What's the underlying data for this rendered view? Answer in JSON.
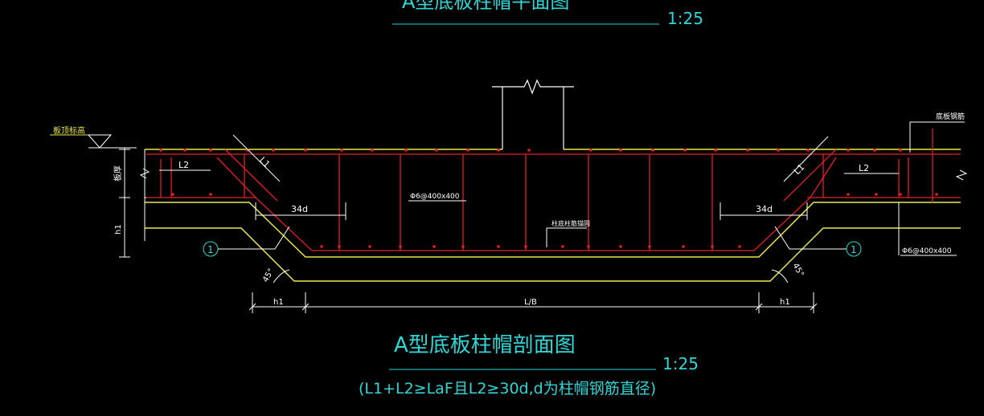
{
  "drawing": {
    "top_title": "A型底板柱帽平面图",
    "top_scale": "1:25",
    "section_title": "A型底板柱帽剖面图",
    "section_scale": "1:25",
    "note": "(L1+L2≥LaF且L2≥30d,d为柱帽钢筋直径)",
    "label_floor_elevation": "板顶标高",
    "label_slab_thickness": "板厚",
    "label_h1_left": "h1",
    "label_L2_left": "L2",
    "label_L1_left": "L1",
    "label_34d_left": "34d",
    "label_L2_right": "L2",
    "label_L1_right": "L1",
    "label_34d_right": "34d",
    "label_stirrup_center": "Φ6@400x400",
    "label_stirrup_right": "Φ6@400x400",
    "label_column_rebar": "柱底柱筋锚固",
    "label_slab_rebar": "底板钢筋",
    "label_angle_left": "45°",
    "label_angle_right": "45°",
    "label_dim_h1_left": "h1",
    "label_dim_LB": "L/B",
    "label_dim_h1_right": "h1",
    "callout_left": "1",
    "callout_right": "1",
    "colors": {
      "background": "#000000",
      "cyan_text": "#2fd6d6",
      "rebar_red": "#e0202a",
      "concrete_yellow": "#e8e84a",
      "dim_white": "#ffffff"
    }
  }
}
